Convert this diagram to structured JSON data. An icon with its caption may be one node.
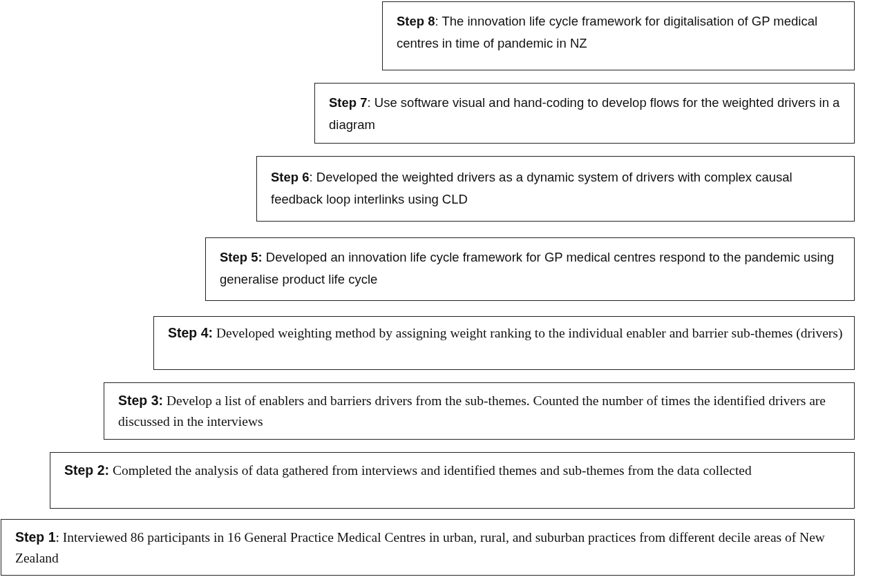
{
  "diagram": {
    "nodes": [
      {
        "text": [
          "**Step 8**: The innovation life cycle framework for digitalisation of GP medical centres in time of pandemic in NZ"
        ]
      },
      {
        "text": [
          "**Step 7**: Use software visual and hand-coding to develop flows for the weighted drivers in a diagram"
        ]
      },
      {
        "text": [
          "**Step 6**: Developed the weighted drivers as a dynamic system of drivers with complex causal feedback loop interlinks using CLD"
        ]
      },
      {
        "text": [
          "**Step 5:** Developed an innovation life cycle framework for GP medical centres respond to the pandemic using generalise product life cycle"
        ]
      },
      {
        "text": [
          "**Step 4:** Developed weighting method by assigning weight ranking to the individual enabler and barrier sub-themes (drivers)"
        ]
      },
      {
        "text": [
          "**Step 3:** Develop a list of enablers and barriers drivers from the sub-themes. Counted the number of times the identified drivers are discussed in the interviews"
        ]
      },
      {
        "text": [
          "**Step 2:** Completed the analysis of data gathered from interviews and identified themes and sub-themes from the data collected"
        ]
      },
      {
        "text": [
          "**Step 1**: Interviewed 86 participants in 16 General Practice Medical Centres in urban, rural, and suburban practices from different decile areas of New Zealand"
        ]
      }
    ]
  }
}
